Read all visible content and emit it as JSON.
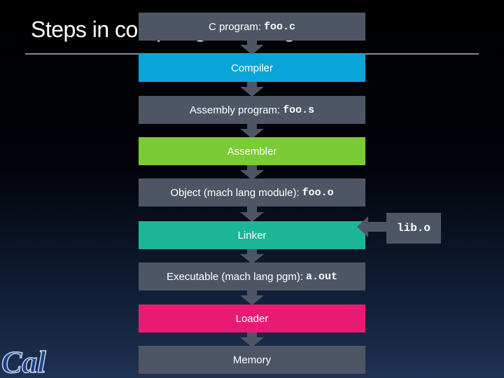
{
  "slide": {
    "title": "Steps in compiling a C program"
  },
  "flow": {
    "c_program": {
      "label": "C program:",
      "file": "foo.c"
    },
    "compiler": {
      "label": "Compiler"
    },
    "assembly_program": {
      "label": "Assembly program:",
      "file": "foo.s"
    },
    "assembler": {
      "label": "Assembler"
    },
    "object": {
      "label": "Object (mach lang module):",
      "file": "foo.o"
    },
    "linker": {
      "label": "Linker"
    },
    "executable": {
      "label": "Executable (mach lang pgm):",
      "file": "a.out"
    },
    "loader": {
      "label": "Loader"
    },
    "memory": {
      "label": "Memory"
    },
    "library": {
      "file": "lib.o"
    }
  },
  "colors": {
    "file_box": "#4e5666",
    "compiler": "#0aa5d8",
    "assembler": "#7acb36",
    "linker": "#1db598",
    "loader": "#e91a73",
    "arrow": "#4e5666"
  },
  "logo": {
    "name": "cal-logo",
    "text": "Cal"
  }
}
